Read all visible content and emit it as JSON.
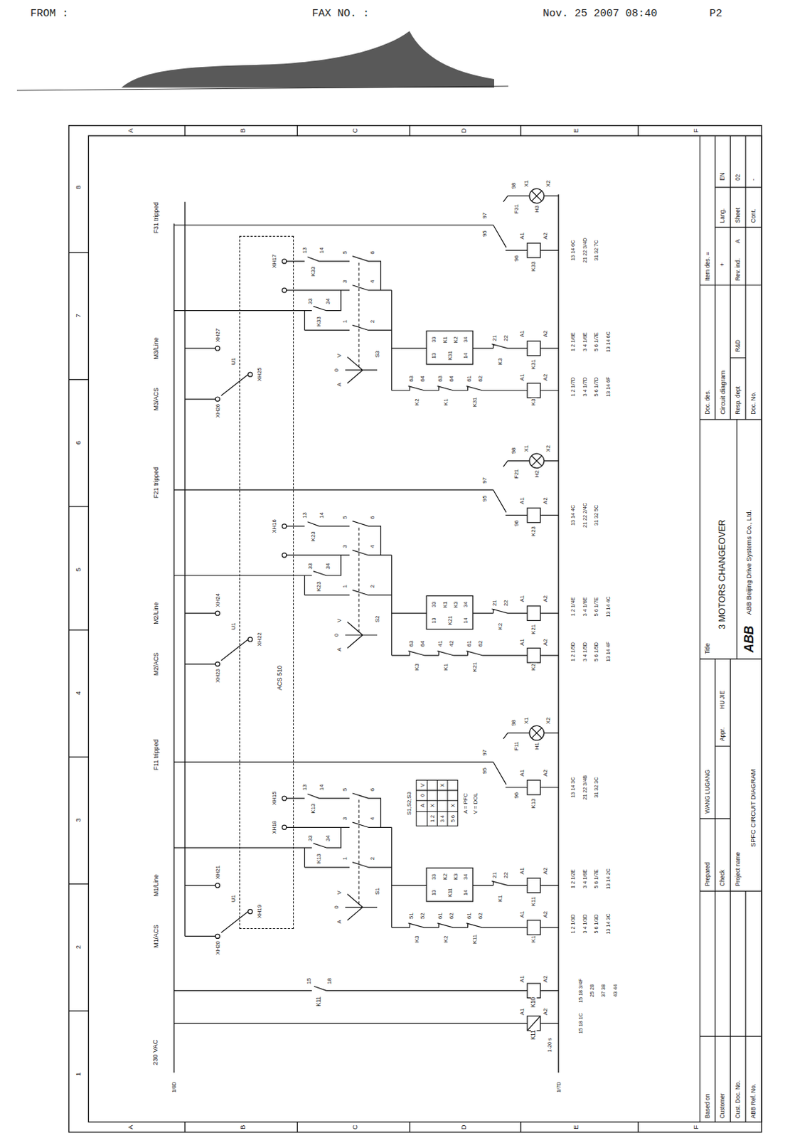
{
  "diagram": {
    "nodes": [
      {
        "text": [
          "ACS 510"
        ]
      }
    ],
    "labels": [
      "FROM :",
      "FAX NO. :",
      "Nov. 25 2007 08:40",
      "P2",
      "8",
      "7",
      "6",
      "5",
      "4",
      "3",
      "2",
      "1",
      "A",
      "B",
      "C",
      "D",
      "E",
      "F",
      "A",
      "B",
      "C",
      "D",
      "E",
      "F",
      "230 VAC",
      "1/8D",
      "1/7D",
      "A1",
      "A2",
      "K11",
      "1-20 s",
      "15 18 1C",
      "15",
      "18",
      "K11",
      "A1",
      "A2",
      "K10",
      "15 18 3/4F",
      "25 28",
      "37 38",
      "43 44",
      "XH18",
      "S1,S2,S3",
      "A",
      "0",
      "V",
      "1 2",
      "3 4",
      "5 6",
      "X",
      "X",
      "X",
      "A = PFC",
      "V = DOL",
      "M1/ACS",
      "M1/Line",
      "F11 tripped",
      "U1",
      "XH19",
      "XH20",
      "XH21",
      "XH15",
      "33",
      "34",
      "K13",
      "13",
      "14",
      "K13",
      "S1",
      "A",
      "0",
      "V",
      "1",
      "2",
      "3",
      "4",
      "5",
      "6",
      "K3",
      "51",
      "52",
      "K2",
      "61",
      "62",
      "K11",
      "61",
      "62",
      "A1",
      "A2",
      "K1",
      "13",
      "33",
      "K11",
      "K2",
      "K3",
      "14",
      "34",
      "K1",
      "21",
      "22",
      "A1",
      "A2",
      "K11",
      "F11",
      "95",
      "96",
      "97",
      "98",
      "A1",
      "A2",
      "K13",
      "X1",
      "X2",
      "H1",
      "1 2 1/3D",
      "3 4 1/3D",
      "5 6 1/3D",
      "13 14 3C",
      "1 2 1/2E",
      "3 4 1/6E",
      "5 6 1/7E",
      "13 14 2C",
      "13 14 3C",
      "21 22 3/4B",
      "31 32 3C",
      "M2/ACS",
      "M2/Line",
      "F21 tripped",
      "U1",
      "XH22",
      "XH23",
      "XH24",
      "XH16",
      "33",
      "34",
      "K23",
      "13",
      "14",
      "K23",
      "S2",
      "A",
      "0",
      "V",
      "1",
      "2",
      "3",
      "4",
      "5",
      "6",
      "K3",
      "63",
      "64",
      "K1",
      "41",
      "42",
      "K21",
      "61",
      "62",
      "A1",
      "A2",
      "K2",
      "13",
      "33",
      "K21",
      "K1",
      "K3",
      "14",
      "34",
      "K2",
      "21",
      "22",
      "A1",
      "A2",
      "K21",
      "F21",
      "95",
      "96",
      "97",
      "98",
      "A1",
      "A2",
      "K23",
      "X1",
      "X2",
      "H2",
      "1 2 1/5D",
      "3 4 1/5D",
      "5 6 1/5D",
      "13 14 4F",
      "1 2 1/4E",
      "3 4 1/6E",
      "5 6 1/7E",
      "13 14 4C",
      "13 14 4C",
      "21 22 2/4C",
      "31 32 5C",
      "M3/ACS",
      "M3/Line",
      "F31 tripped",
      "U1",
      "XH25",
      "XH26",
      "XH27",
      "XH17",
      "33",
      "34",
      "K33",
      "13",
      "14",
      "K33",
      "S3",
      "A",
      "0",
      "V",
      "1",
      "2",
      "3",
      "4",
      "5",
      "6",
      "K2",
      "63",
      "64",
      "K1",
      "63",
      "64",
      "K31",
      "61",
      "62",
      "A1",
      "A2",
      "K3",
      "13",
      "33",
      "K31",
      "K1",
      "K2",
      "14",
      "34",
      "K3",
      "21",
      "22",
      "A1",
      "A2",
      "K31",
      "F31",
      "95",
      "96",
      "97",
      "98",
      "A1",
      "A2",
      "K33",
      "X1",
      "X2",
      "H3",
      "1 2 1/7D",
      "3 4 1/7D",
      "5 6 1/7D",
      "13 14 6F",
      "1 2 1/6E",
      "3 4 1/6E",
      "5 6 1/7E",
      "13 14 6C",
      "13 14 6C",
      "21 22 3/4D",
      "31 32 7C",
      "Based on",
      "Customer",
      "Cust. Doc. No.",
      "ABB Ref. No.",
      "Prepared",
      "WANG LUGANG",
      "Check",
      "Appr.",
      "HU JIE",
      "Project name",
      "SPFC CIRCUIT DIAGRAM",
      "Title",
      "3 MOTORS CHANGEOVER",
      "ABB",
      "ABB Beijing Drive Systems Co., Ltd.",
      "Doc. des.",
      "Circuit diagram",
      "Resp. dept",
      "R&D",
      "Doc. No.",
      "Item des. =",
      "+",
      "Rev. ind.",
      "A",
      "Lang.",
      "EN",
      "Sheet",
      "02",
      "Cont.",
      "-"
    ]
  }
}
